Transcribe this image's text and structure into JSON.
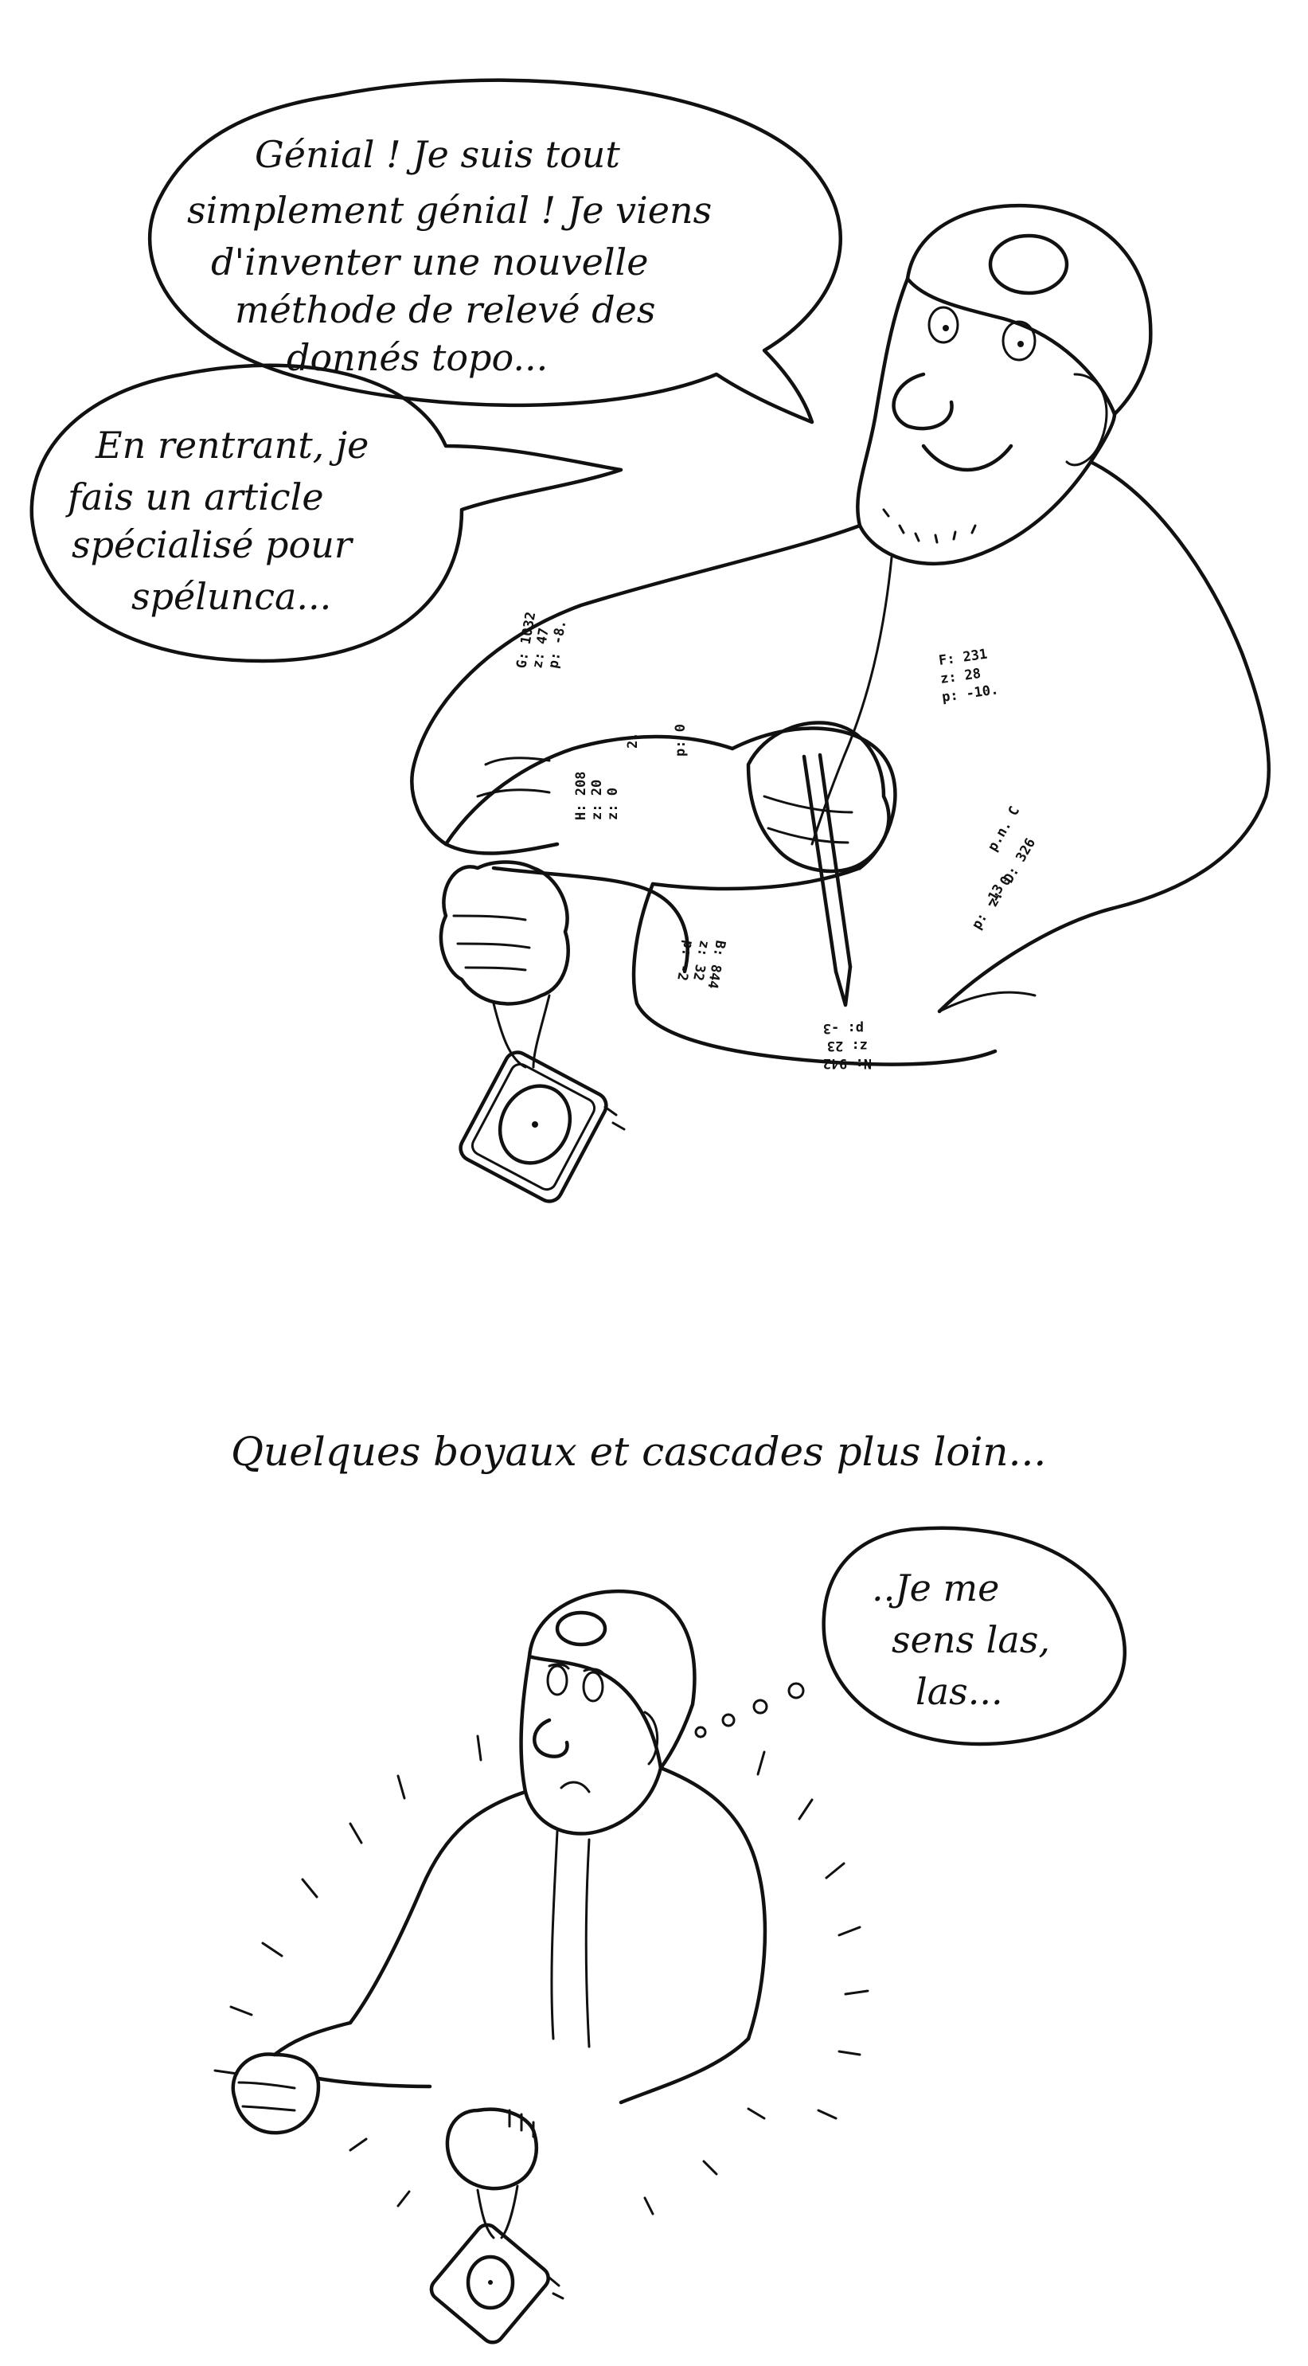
{
  "panel_top": {
    "bubble_1": {
      "lines": [
        "Génial ! Je suis tout",
        "simplement génial ! Je viens",
        "d'inventer une nouvelle",
        "méthode de relevé des",
        "donnés topo..."
      ]
    },
    "bubble_2": {
      "lines": [
        "En rentrant, je",
        "fais un article",
        "spécialisé pour",
        "spélunca..."
      ]
    },
    "sleeve_notes": {
      "upper_left": [
        "G: 1032",
        "z: 47",
        "p: -8."
      ],
      "upper_right": [
        "F: 231",
        "z: 28",
        "p: -10."
      ],
      "mid_left": [
        "H: 208",
        "z: 20",
        "z: 0"
      ],
      "mid_left_b": [
        "2.",
        "p: 0"
      ],
      "right_c": [
        "p.n. C"
      ],
      "right_d": [
        "D: 326",
        "z: 0",
        "p: -13"
      ],
      "forearm_left": [
        "B: 844",
        "z: 32",
        "p: -2"
      ],
      "forearm_right": [
        "N: 942",
        "z: 23",
        "p: -3"
      ]
    }
  },
  "caption": "Quelques boyaux et cascades plus loin...",
  "panel_bottom": {
    "thought_bubble": {
      "lines": [
        "..Je me",
        "sens las,",
        "las..."
      ]
    }
  }
}
